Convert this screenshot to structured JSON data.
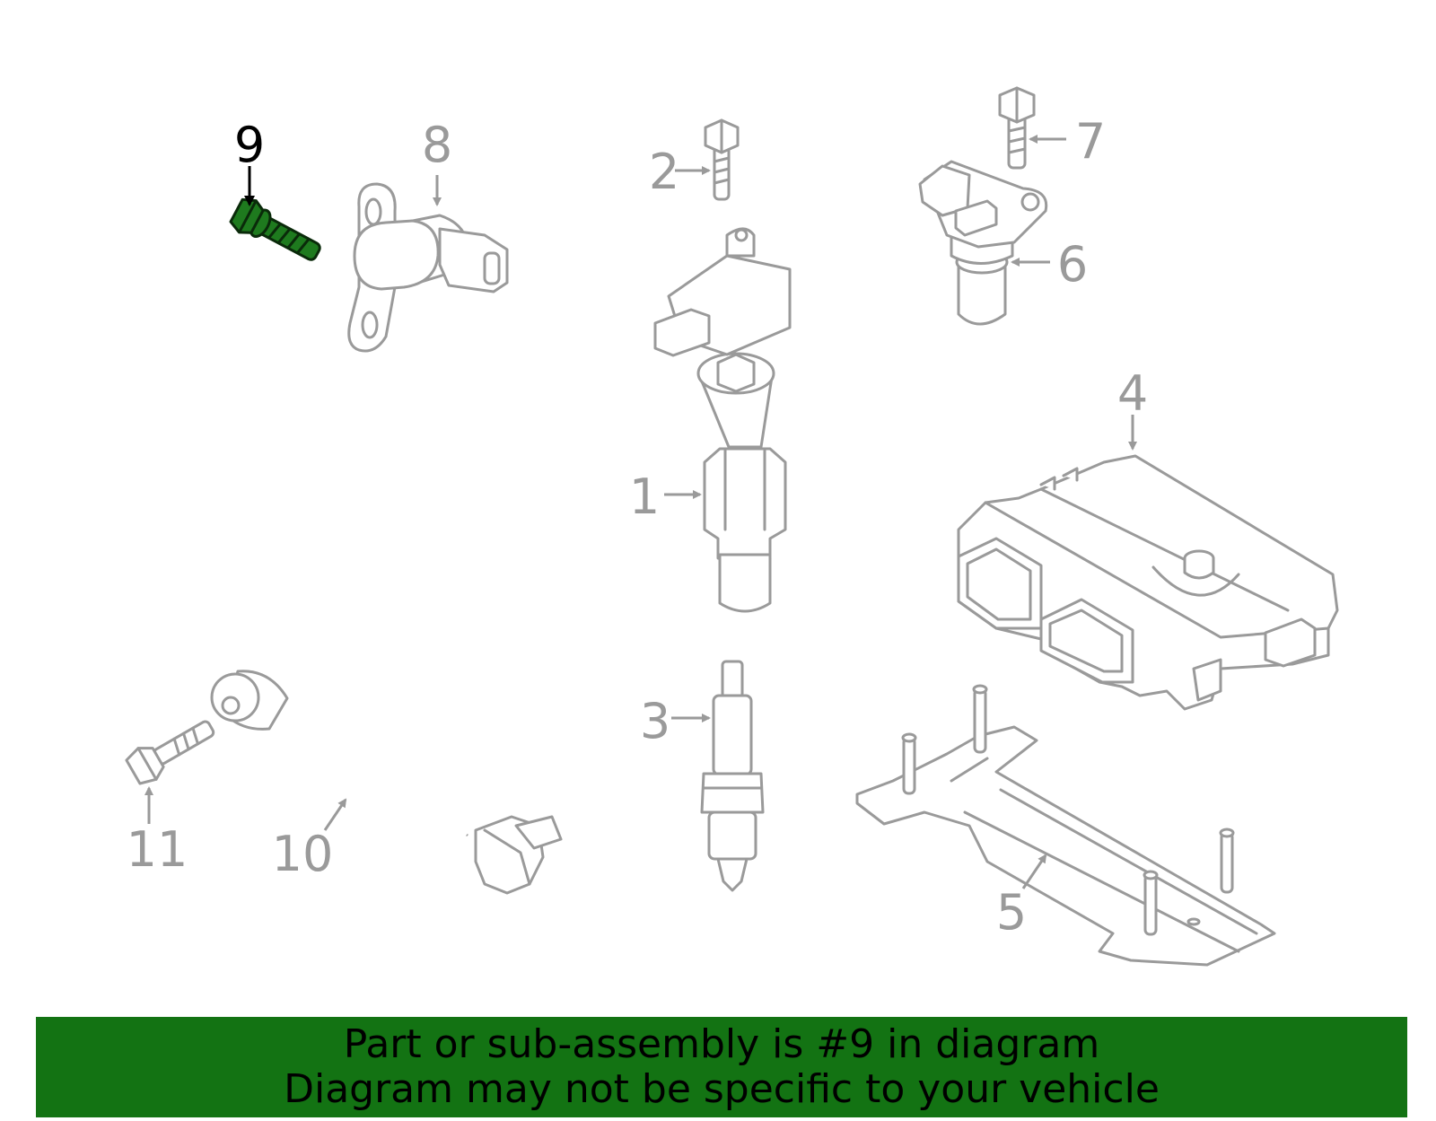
{
  "callouts": {
    "c1": "1",
    "c2": "2",
    "c3": "3",
    "c4": "4",
    "c5": "5",
    "c6": "6",
    "c7": "7",
    "c8": "8",
    "c9": "9",
    "c10": "10",
    "c11": "11"
  },
  "highlight": {
    "part": "9",
    "color": "#1e7a1e"
  },
  "colors": {
    "line": "#9a9a9a",
    "banner": "#137313"
  },
  "banner": {
    "line1": "Part or sub-assembly is #9 in diagram",
    "line2": "Diagram may not be specific to your vehicle"
  }
}
